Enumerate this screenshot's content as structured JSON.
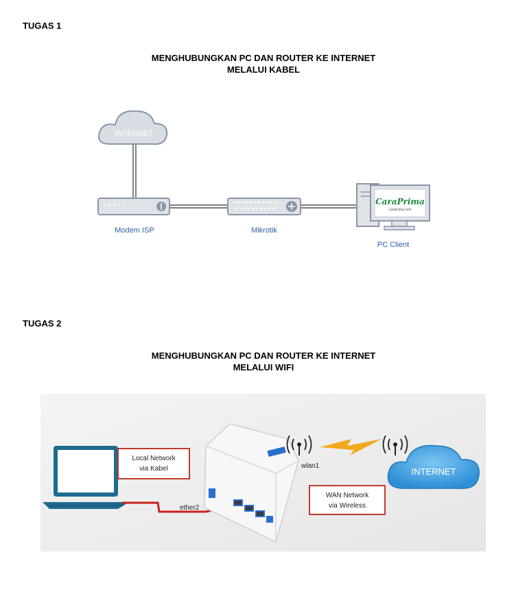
{
  "tugas1": {
    "label": "TUGAS 1",
    "title_line1": "MENGHUBUNGKAN PC DAN ROUTER KE INTERNET",
    "title_line2": "MELALUI KABEL",
    "cloud_label": "INTERNET",
    "modem_label": "Modem ISP",
    "router_label": "Mikrotik",
    "pc_label": "PC Client",
    "monitor_brand": "CaraPrima",
    "monitor_sub": "caraprima.com"
  },
  "tugas2": {
    "label": "TUGAS 2",
    "title_line1": "MENGHUBUNGKAN PC DAN ROUTER KE INTERNET",
    "title_line2": "MELALUI WIFI",
    "local_box_line1": "Local Network",
    "local_box_line2": "via Kabel",
    "ether_label": "ether2",
    "wlan_label": "wlan1",
    "wan_box_line1": "WAN Network",
    "wan_box_line2": "via Wireless",
    "cloud_label": "INTERNET",
    "colors": {
      "cable_red": "#cc2020",
      "lightning": "#f2a81c",
      "cloud_blue": "#3da3e0",
      "router_blue": "#2a6fd0"
    }
  }
}
